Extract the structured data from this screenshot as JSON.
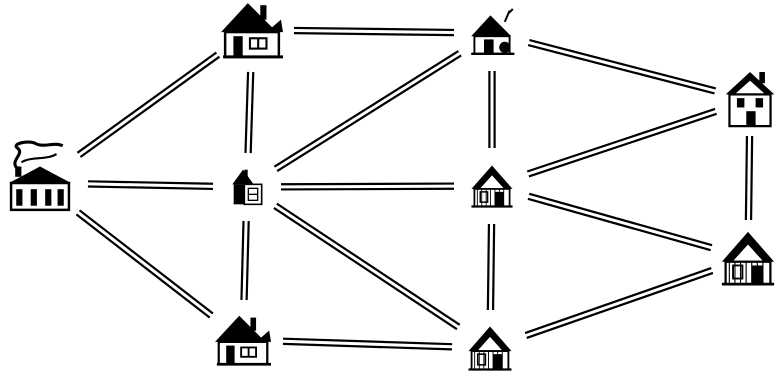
{
  "houses": [
    {
      "name": "house-a",
      "kind": "smoke"
    },
    {
      "name": "house-b",
      "kind": "cottage"
    },
    {
      "name": "house-c",
      "kind": "cottage-small"
    },
    {
      "name": "house-d",
      "kind": "shed"
    },
    {
      "name": "house-e",
      "kind": "cottage"
    },
    {
      "name": "house-f",
      "kind": "gable"
    },
    {
      "name": "house-g",
      "kind": "gable"
    },
    {
      "name": "house-h",
      "kind": "tall"
    },
    {
      "name": "house-i",
      "kind": "gable"
    }
  ],
  "roads": [
    [
      "house-a",
      "house-b"
    ],
    [
      "house-a",
      "house-d"
    ],
    [
      "house-a",
      "house-e"
    ],
    [
      "house-b",
      "house-c"
    ],
    [
      "house-b",
      "house-d"
    ],
    [
      "house-c",
      "house-d"
    ],
    [
      "house-c",
      "house-f"
    ],
    [
      "house-c",
      "house-h"
    ],
    [
      "house-d",
      "house-e"
    ],
    [
      "house-d",
      "house-f"
    ],
    [
      "house-d",
      "house-g"
    ],
    [
      "house-e",
      "house-g"
    ],
    [
      "house-f",
      "house-g"
    ],
    [
      "house-f",
      "house-h"
    ],
    [
      "house-f",
      "house-i"
    ],
    [
      "house-g",
      "house-i"
    ],
    [
      "house-h",
      "house-i"
    ]
  ],
  "colors": {
    "ink": "#000000",
    "paper": "#ffffff"
  }
}
